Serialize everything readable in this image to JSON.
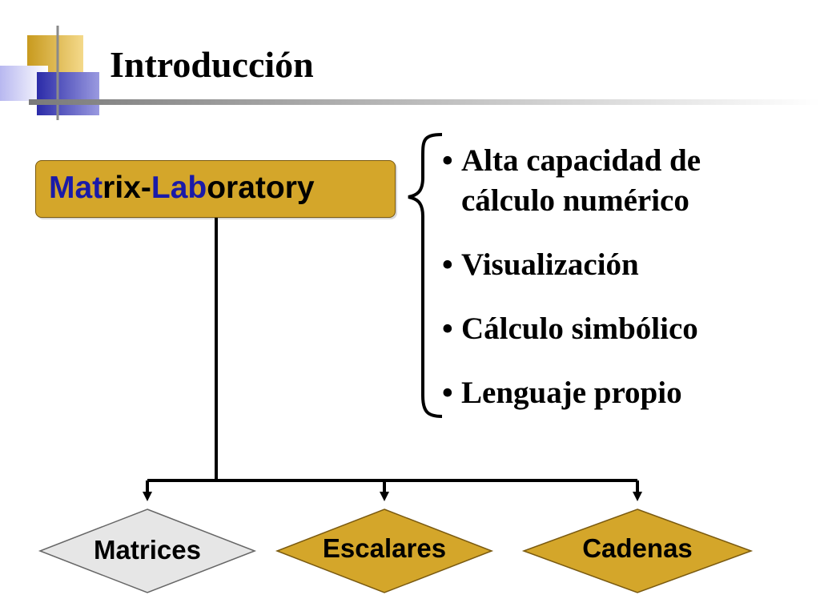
{
  "slide": {
    "title": "Introducción"
  },
  "main_box": {
    "label_parts": [
      "Mat",
      "rix-",
      "Lab",
      "oratory"
    ],
    "fill_color": "#d4a62a",
    "highlight_color": "#1a1aa8"
  },
  "features": {
    "bullet": "•",
    "items": [
      {
        "label": "Alta capacidad  de cálculo numérico"
      },
      {
        "label": "Visualización"
      },
      {
        "label": "Cálculo simbólico"
      },
      {
        "label": "Lenguaje propio"
      }
    ]
  },
  "data_types": [
    {
      "label": "Matrices",
      "color": "#e6e6e6"
    },
    {
      "label": "Escalares",
      "color": "#d4a62a"
    },
    {
      "label": "Cadenas",
      "color": "#d4a62a"
    }
  ]
}
